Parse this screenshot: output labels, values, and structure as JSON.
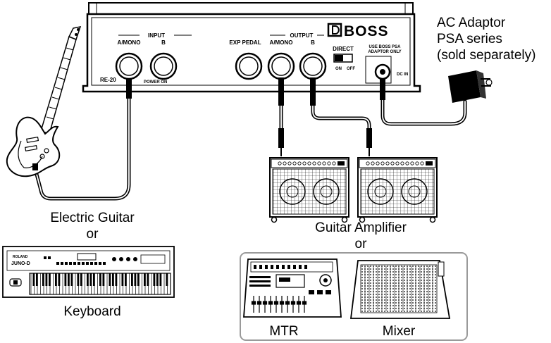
{
  "pedal": {
    "logo": "BOSS",
    "model": "RE-20",
    "input_label": "INPUT",
    "input_a": "A/MONO",
    "input_b": "B",
    "output_label": "OUTPUT",
    "output_a": "A/MONO",
    "output_b": "B",
    "exp_pedal": "EXP PEDAL",
    "direct": "DIRECT",
    "direct_on": "ON",
    "direct_off": "OFF",
    "power_on": "POWER ON",
    "adaptor_note_1": "USE BOSS PSA",
    "adaptor_note_2": "ADAPTOR ONLY",
    "dc_in": "DC IN"
  },
  "labels": {
    "adaptor_line1": "AC Adaptor",
    "adaptor_line2": "PSA series",
    "adaptor_line3": "(sold separately)",
    "guitar": "Electric Guitar",
    "or_guitar": "or",
    "keyboard": "Keyboard",
    "keyboard_brand": "JUNO-D",
    "amplifier": "Guitar Amplifier",
    "or_amplifier": "or",
    "mtr": "MTR",
    "mixer": "Mixer"
  },
  "colors": {
    "ink": "#000000",
    "box_border": "#9a9a9a",
    "background": "#ffffff"
  }
}
